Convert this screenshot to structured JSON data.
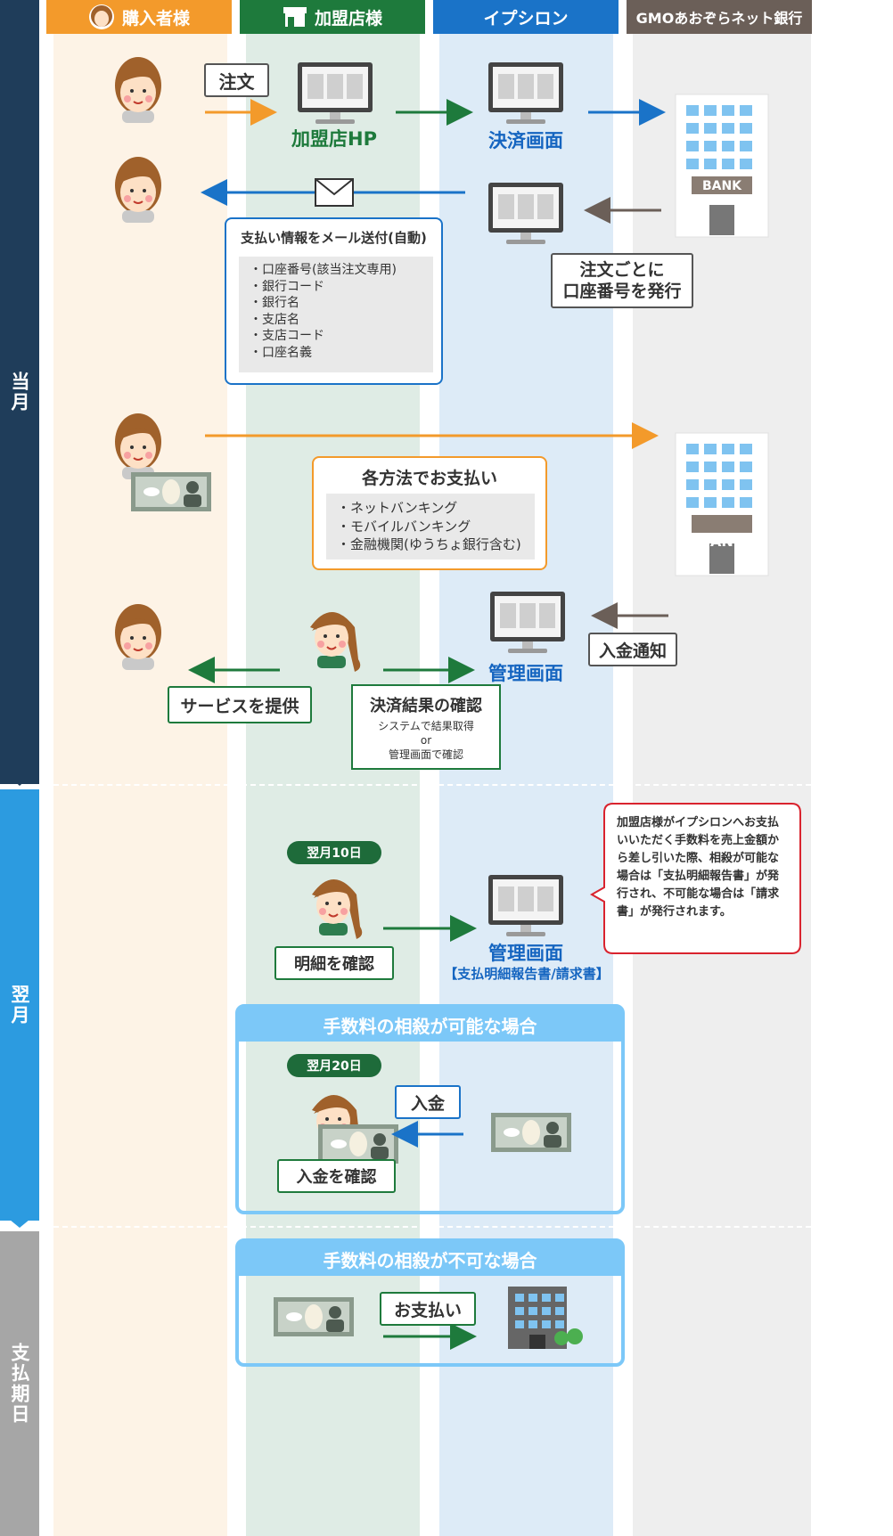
{
  "lanes": {
    "buyer": "購入者様",
    "merchant": "加盟店様",
    "epsilon": "イプシロン",
    "bank": "GMOあおぞらネット銀行"
  },
  "periods": {
    "current": "当月",
    "next": "翌月",
    "due": "支払期日"
  },
  "steps": {
    "order": "注文",
    "merchant_hp": "加盟店HP",
    "payment_screen": "決済画面",
    "issue_account": "注文ごとに\n口座番号を発行",
    "mail_title": "支払い情報をメール送付(自動)",
    "mail_items": [
      "・口座番号(該当注文専用)",
      "・銀行コード",
      "・銀行名",
      "・支店名",
      "・支店コード",
      "・口座名義"
    ],
    "pay_title": "各方法でお支払い",
    "pay_items": [
      "・ネットバンキング",
      "・モバイルバンキング",
      "・金融機関(ゆうちょ銀行含む)"
    ],
    "deposit_notice": "入金通知",
    "admin_screen": "管理画面",
    "provide_service": "サービスを提供",
    "confirm_result_title": "決済結果の確認",
    "confirm_result_l1": "システムで結果取得",
    "confirm_result_l2": "or",
    "confirm_result_l3": "管理画面で確認",
    "next_10": "翌月10日",
    "check_statement": "明細を確認",
    "admin_screen2": "管理画面",
    "admin_docs": "【支払明細報告書/請求書】",
    "note": "加盟店様がイプシロンへお支払いいただく手数料を売上金額から差し引いた際、相殺が可能な場合は「支払明細報告書」が発行され、不可能な場合は「請求書」が発行されます。",
    "offset_possible": "手数料の相殺が可能な場合",
    "next_20": "翌月20日",
    "deposit": "入金",
    "confirm_deposit": "入金を確認",
    "offset_impossible": "手数料の相殺が不可な場合",
    "pay": "お支払い",
    "bank_sign": "BANK"
  },
  "colors": {
    "buyer": "#f39a2b",
    "merchant": "#1e7a3c",
    "epsilon": "#1a73c8",
    "bank": "#6b5f58",
    "current": "#1f3d5a",
    "next": "#2c9be0",
    "due": "#a6a6a6"
  }
}
